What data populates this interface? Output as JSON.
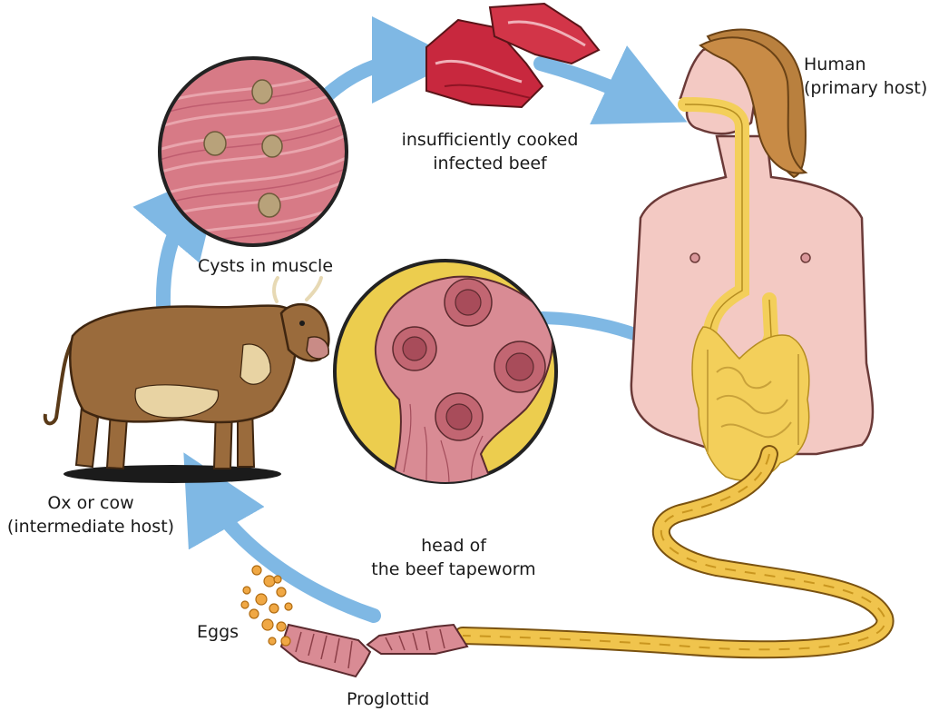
{
  "labels": {
    "cooked_beef_line1": "insufficiently cooked",
    "cooked_beef_line2": "infected beef",
    "human_line1": "Human",
    "human_line2": "(primary host)",
    "cysts": "Cysts in muscle",
    "ox_line1": "Ox or cow",
    "ox_line2": "(intermediate host)",
    "head_line1": "head of",
    "head_line2": "the beef tapeworm",
    "eggs": "Eggs",
    "proglottid": "Proglottid"
  },
  "colors": {
    "arrow": "#7fb8e4",
    "muscle": "#d77a86",
    "cyst": "#b8a27a",
    "beef": "#c8283e",
    "skin": "#f3c9c3",
    "gut": "#f3cf5a",
    "cow": "#9a6b3c",
    "cow_patch": "#e8d3a3",
    "head_circle": "#eccd4e",
    "egg": "#f0a844"
  },
  "icons": [
    "muscle-cyst-magnifier",
    "beef-chunk",
    "human-torso",
    "ox",
    "tapeworm-scolex",
    "tapeworm-body",
    "egg-cluster",
    "proglottid-segment"
  ]
}
